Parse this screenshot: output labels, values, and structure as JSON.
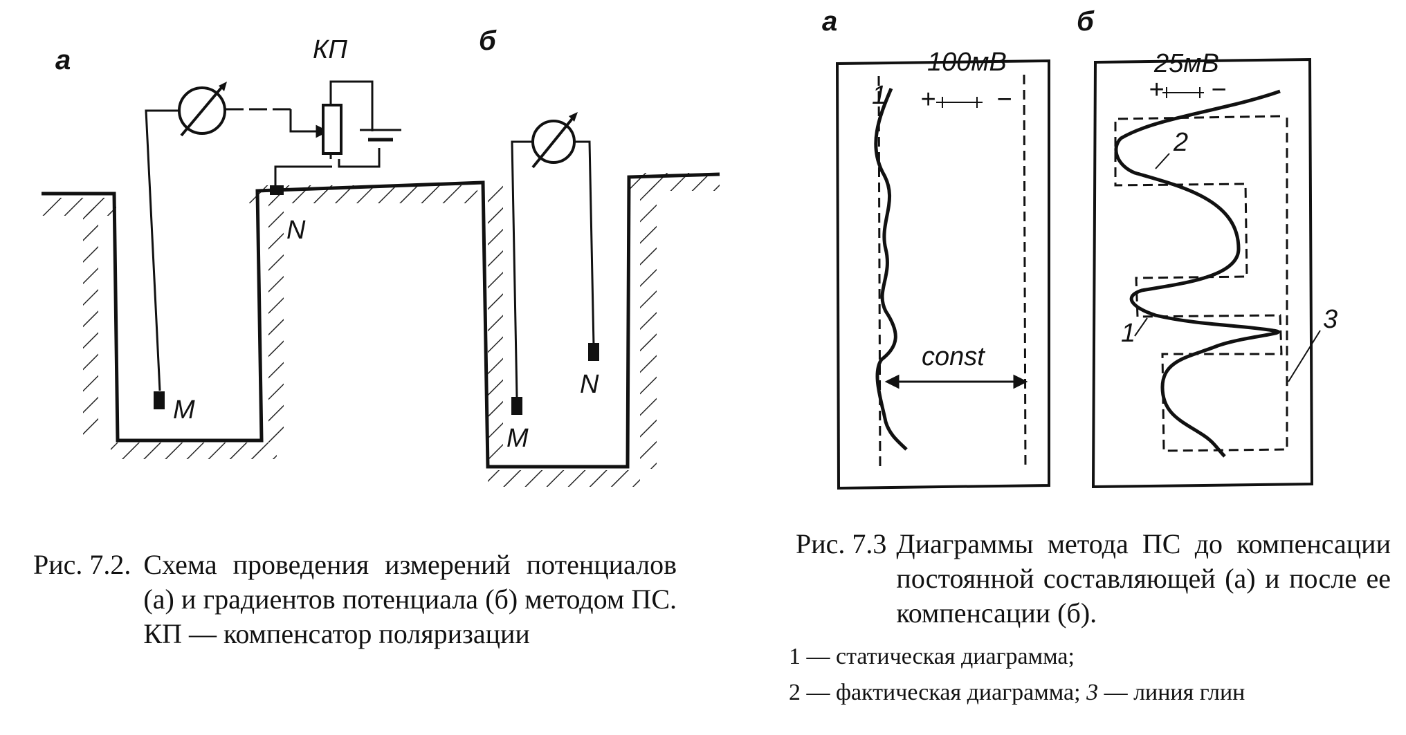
{
  "figure_7_2": {
    "panel_a": "а",
    "panel_b": "б",
    "kp_label": "КП",
    "electrode_m": "M",
    "electrode_n": "N",
    "caption_number": "Рис. 7.2.",
    "caption_text": "Схема проведения измерений потенциалов (а) и градиентов потенциала (б) методом ПС. КП — компенсатор поляризации"
  },
  "figure_7_3": {
    "panel_a": "а",
    "panel_b": "б",
    "scale_a": "100мВ",
    "scale_b": "25мВ",
    "plus": "+",
    "minus": "−",
    "const_label": "const",
    "curve_labels": {
      "one_a": "1",
      "one_b": "1",
      "two": "2",
      "three": "3"
    },
    "caption_number": "Рис. 7.3",
    "caption_text": "Диаграммы метода ПС до компенсации постоянной составляющей (а) и после ее компенсации (б).",
    "legend": {
      "item1": "1 — статическая диаграмма;",
      "item2_prefix": "2 — фактическая диаграмма; ",
      "item2_num": "3",
      "item2_suffix": " — линия глин"
    }
  }
}
